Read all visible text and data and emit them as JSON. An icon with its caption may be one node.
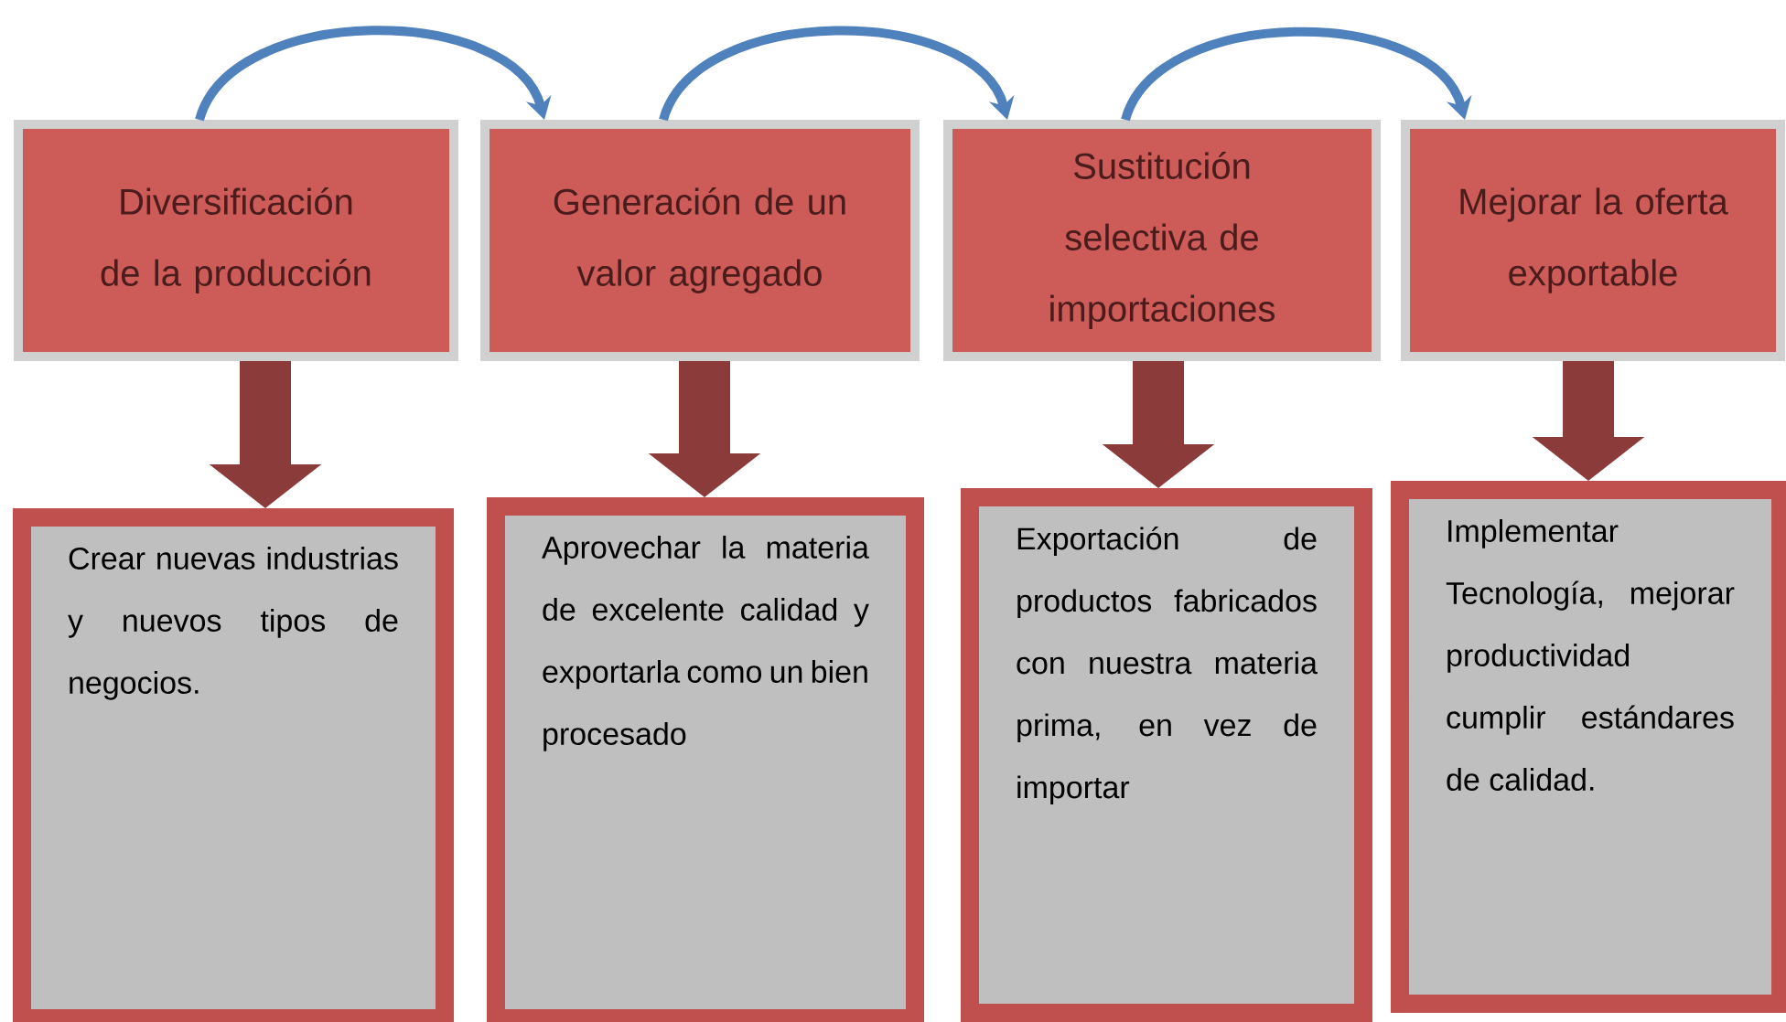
{
  "diagram": {
    "nodes": [
      {
        "text": [
          "Diversificación de la producción"
        ]
      },
      {
        "text": [
          "Generación de un valor agregado"
        ]
      },
      {
        "text": [
          "Sustitución selectiva de importaciones"
        ]
      },
      {
        "text": [
          "Mejorar la oferta exportable"
        ]
      },
      {
        "text": [
          "Crear nuevas industrias y nuevos tipos de negocios."
        ]
      },
      {
        "text": [
          "Aprovechar la materia de excelente calidad y exportarla como un bien procesado"
        ]
      },
      {
        "text": [
          "Exportación de productos fabricados con nuestra materia prima, en vez de importar"
        ]
      },
      {
        "text": [
          "Implementar Tecnología, mejorar productividad cumplir estándares de calidad."
        ]
      }
    ],
    "edges": [
      {
        "from": 0,
        "to": 1,
        "arrow": "to",
        "color": "#4f81bd"
      },
      {
        "from": 1,
        "to": 2,
        "arrow": "to",
        "color": "#4f81bd"
      },
      {
        "from": 2,
        "to": 3,
        "arrow": "to",
        "color": "#4f81bd"
      },
      {
        "from": 0,
        "to": 4,
        "arrow": "to"
      },
      {
        "from": 1,
        "to": 5,
        "arrow": "to"
      },
      {
        "from": 2,
        "to": 6,
        "arrow": "to"
      },
      {
        "from": 3,
        "to": 7,
        "arrow": "to"
      }
    ]
  }
}
